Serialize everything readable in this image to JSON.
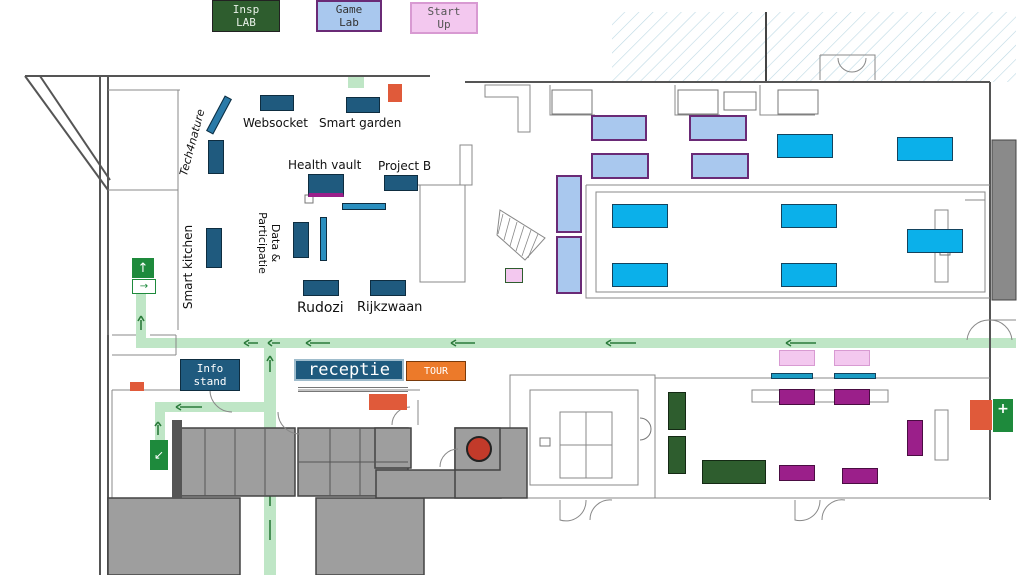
{
  "legend": {
    "insp_lab": "Insp\nLAB",
    "game_lab": "Game\nLab",
    "start_up": "Start\nUp"
  },
  "colors": {
    "insp_lab": "#2e5d2e",
    "game_lab": "#a9c8ee",
    "start_up": "#f3c8ef",
    "navy": "#1f5a7e",
    "cyan": "#0bb0ea",
    "magenta": "#9b1f8a",
    "orange": "#ec7a2a",
    "route": "#bfe6c6"
  },
  "stands": {
    "tech4nature": "Tech4nature",
    "websocket": "Websocket",
    "smart_garden": "Smart garden",
    "health_vault": "Health vault",
    "project_b": "Project B",
    "data_participatie": "Data &\nParticipatie",
    "smart_kitchen": "Smart kitchen",
    "rudozi": "Rudozi",
    "rijkzwaan": "Rijkzwaan"
  },
  "facilities": {
    "info_stand": "Info\nstand",
    "receptie": "receptie",
    "tour": "TOUR"
  },
  "icons": [
    "emergency-exit-icon",
    "first-aid-icon",
    "fire-equipment-icon",
    "route-arrow-icon"
  ]
}
